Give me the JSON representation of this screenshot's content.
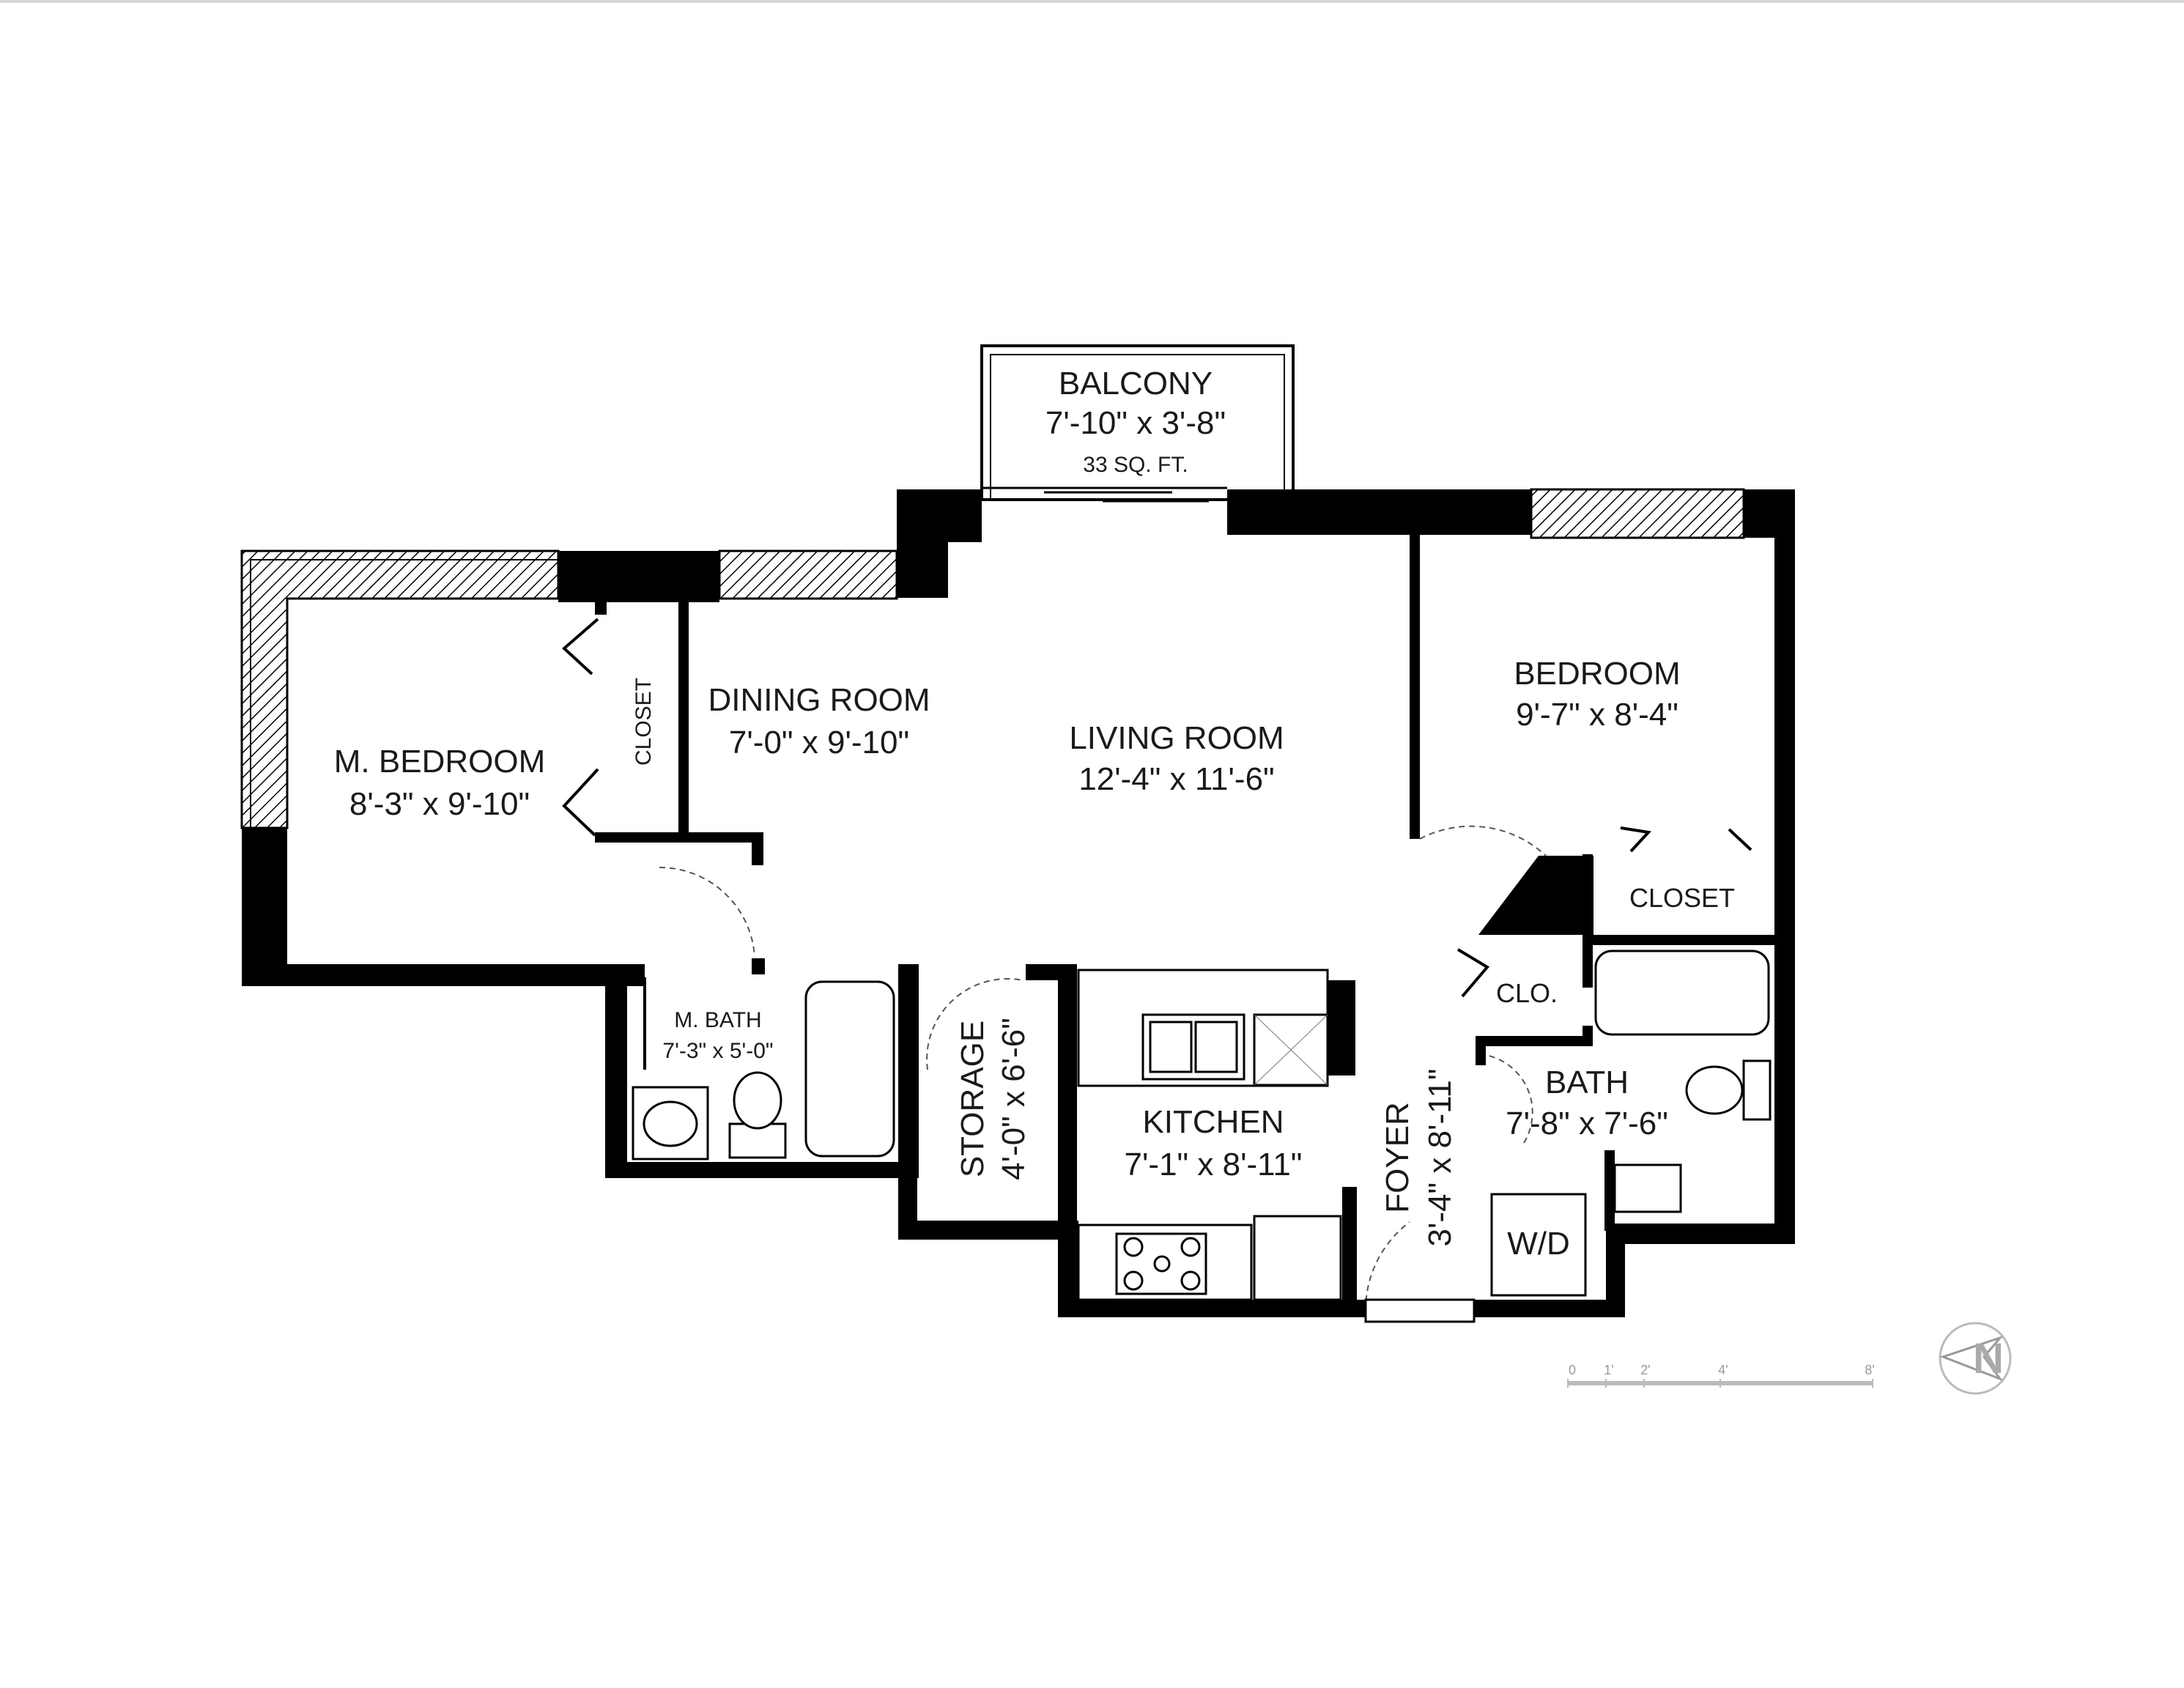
{
  "rooms": {
    "balcony": {
      "name": "BALCONY",
      "dims": "7'-10\" x 3'-8\"",
      "area": "33 SQ. FT."
    },
    "m_bedroom": {
      "name": "M. BEDROOM",
      "dims": "8'-3\" x 9'-10\""
    },
    "closet_m": {
      "name": "CLOSET"
    },
    "dining": {
      "name": "DINING ROOM",
      "dims": "7'-0\" x 9'-10\""
    },
    "living": {
      "name": "LIVING ROOM",
      "dims": "12'-4\" x 11'-6\""
    },
    "bedroom": {
      "name": "BEDROOM",
      "dims": "9'-7\" x 8'-4\""
    },
    "closet_b": {
      "name": "CLOSET"
    },
    "clo": {
      "name": "CLO."
    },
    "m_bath": {
      "name": "M. BATH",
      "dims": "7'-3\" x 5'-0\""
    },
    "storage": {
      "name": "STORAGE",
      "dims": "4'-0\" x 6'-6\""
    },
    "kitchen": {
      "name": "KITCHEN",
      "dims": "7'-1\" x 8'-11\""
    },
    "foyer": {
      "name": "FOYER",
      "dims": "3'-4\" x 8'-11\""
    },
    "bath": {
      "name": "BATH",
      "dims": "7'-8\" x 7'-6\""
    },
    "wd": {
      "name": "W/D"
    }
  },
  "scale": {
    "ticks": [
      "0",
      "1'",
      "2'",
      "4'",
      "8'"
    ]
  },
  "compass": {
    "label": "N"
  },
  "colors": {
    "wall": "#000000",
    "hatch": "#000000",
    "background": "#ffffff"
  }
}
